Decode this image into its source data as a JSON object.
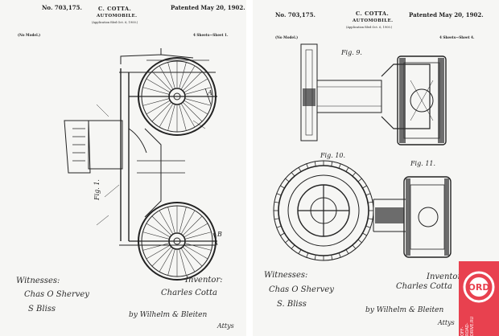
{
  "left_sheet": {
    "number": "No. 703,175.",
    "inventor_name": "C. COTTA.",
    "title": "AUTOMOBILE.",
    "application": "(Application filed Oct. 6, 1900.)",
    "patent_date": "Patented May 20, 1902.",
    "model_note": "(No Model.)",
    "sheet_count": "4 Sheets—Sheet 1.",
    "witnesses_label": "Witnesses:",
    "inventor_label": "Inventor:",
    "witness_1": "Chas O Shervey",
    "witness_2": "S Bliss",
    "inventor_signature": "Charles Cotta",
    "attorney": "by Wilhelm & Bleiten",
    "attorney_suffix": "Attys",
    "fig_label": "Fig. 1.",
    "ref_a": "A",
    "ref_b": "B"
  },
  "right_sheet": {
    "number": "No. 703,175.",
    "inventor_name": "C. COTTA.",
    "title": "AUTOMOBILE.",
    "application": "(Application filed Oct. 6, 1900.)",
    "patent_date": "Patented May 20, 1902.",
    "model_note": "(No Model.)",
    "sheet_count": "4 Sheets—Sheet 4.",
    "fig_9": "Fig. 9.",
    "fig_10": "Fig. 10.",
    "fig_11": "Fig. 11.",
    "witnesses_label": "Witnesses:",
    "inventor_label": "Inventor",
    "witness_1": "Chas O Shervey",
    "witness_2": "S. Bliss",
    "inventor_signature": "Charles Cotta",
    "attorney": "by Wilhelm & Bleiten",
    "attorney_suffix": "Attys"
  },
  "watermark": {
    "initials": "ORD",
    "site": "OFF-ROAD-DRIVE.RU",
    "color": "#e8414f"
  }
}
